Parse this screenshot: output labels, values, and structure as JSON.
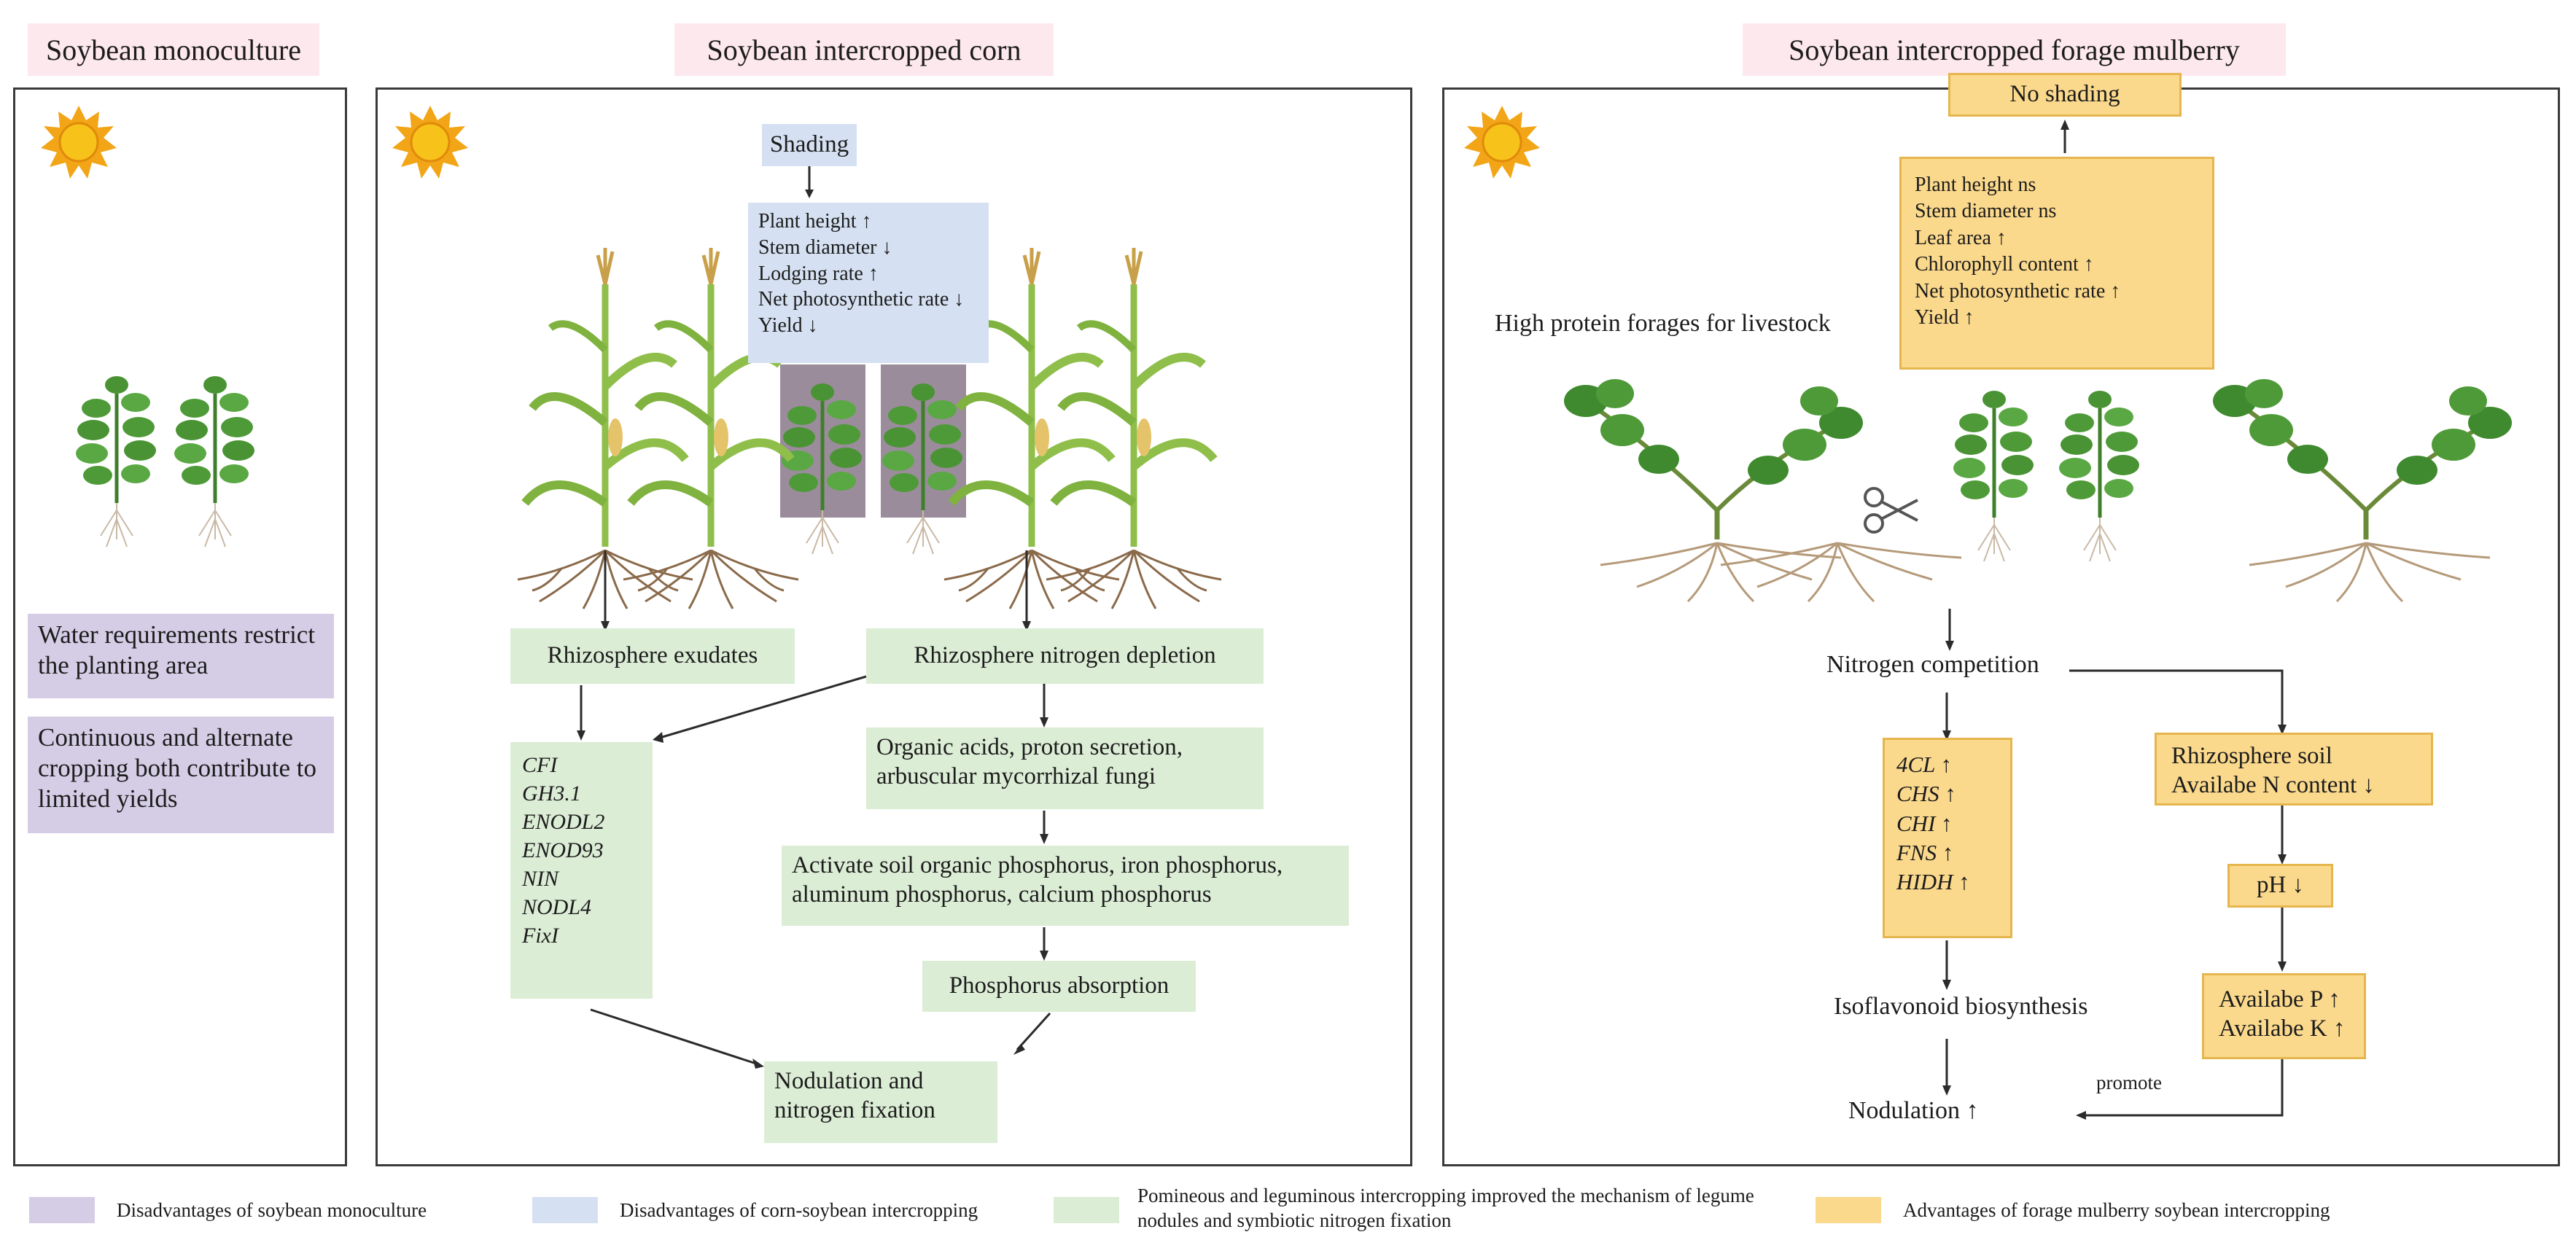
{
  "titles": {
    "monoculture": "Soybean monoculture",
    "corn": "Soybean intercropped corn",
    "mulberry": "Soybean intercropped forage mulberry"
  },
  "monoculture": {
    "box1": "Water requirements restrict the planting area",
    "box2": "Continuous and alternate cropping both contribute to limited yields"
  },
  "corn": {
    "shading": "Shading",
    "effects": [
      "Plant height ↑",
      "Stem diameter ↓",
      "Lodging rate ↑",
      "Net photosynthetic rate ↓",
      "Yield ↓"
    ],
    "exudates": "Rhizosphere exudates",
    "depletion": "Rhizosphere nitrogen depletion",
    "genes": [
      "CFI",
      "GH3.1",
      "ENODL2",
      "ENOD93",
      "NIN",
      "NODL4",
      "FixI"
    ],
    "acids": "Organic acids, proton secretion, arbuscular mycorrhizal fungi",
    "activate": "Activate soil organic phosphorus, iron phosphorus, aluminum phosphorus, calcium phosphorus",
    "absorption": "Phosphorus absorption",
    "nodulation": "Nodulation and nitrogen fixation"
  },
  "mulberry": {
    "no_shading": "No shading",
    "effects": [
      "Plant height ns",
      "Stem diameter ns",
      "Leaf area ↑",
      "Chlorophyll content ↑",
      "Net photosynthetic rate ↑",
      "Yield ↑"
    ],
    "forage": "High protein forages for livestock",
    "competition": "Nitrogen competition",
    "genes": [
      "4CL ↑",
      "CHS ↑",
      "CHI ↑",
      "FNS ↑",
      "HIDH ↑"
    ],
    "soil": [
      "Rhizosphere soil",
      "Availabe N content ↓"
    ],
    "ph": "pH ↓",
    "pk": [
      "Availabe P ↑",
      "Availabe K ↑"
    ],
    "isoflavonoid": "Isoflavonoid biosynthesis",
    "promote": "promote",
    "nodulation": "Nodulation ↑"
  },
  "legend": [
    {
      "text": "Disadvantages of soybean monoculture",
      "color": "#d5cde6"
    },
    {
      "text": "Disadvantages of corn-soybean intercropping",
      "color": "#d5e1f2"
    },
    {
      "text": "Pomineous and leguminous intercropping improved the mechanism of legume nodules and symbiotic nitrogen fixation",
      "color": "#dcedd6"
    },
    {
      "text": "Advantages of forage mulberry soybean intercropping",
      "color": "#fbd98c"
    }
  ],
  "colors": {
    "arrow": "#2b2b2b",
    "leaf": "#4f9a38",
    "corn_stalk": "#8fbf4a",
    "root": "#8a6a4a",
    "sun": "#f2a516"
  }
}
